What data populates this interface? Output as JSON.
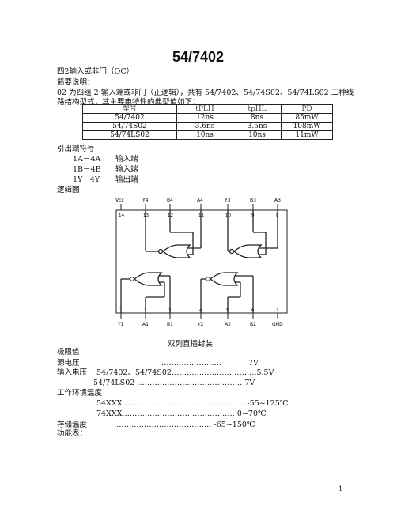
{
  "title": "54/7402",
  "subtitle": "四2输入或非门（OC）",
  "brief_label": "简要说明：",
  "intro_line1": "02 为四组 2 输入端或非门（正逻辑），共有 54/7402、54/74S02、54/74LS02 三种线",
  "intro_line2": "路结构型式，其主要电特性的典型值如下：",
  "spec_table": {
    "headers": [
      "型号",
      "tPLH",
      "tpHL",
      "PD"
    ],
    "rows": [
      [
        "54/7402",
        "12ns",
        "8ns",
        "85mW"
      ],
      [
        "54/74S02",
        "3.6ns",
        "3.5ns",
        "108mW"
      ],
      [
        "54/74LS02",
        "10ns",
        "10ns",
        "11mW"
      ]
    ]
  },
  "pins_title": "引出端符号",
  "pins": [
    {
      "sym": "1A－4A",
      "desc": "输入端"
    },
    {
      "sym": "1B－4B",
      "desc": "输入端"
    },
    {
      "sym": "1Y－4Y",
      "desc": "输出端"
    }
  ],
  "logic_label": "逻辑图",
  "diagram": {
    "top_pins": [
      {
        "name": "Vcc",
        "num": "14"
      },
      {
        "name": "Y4",
        "num": "13"
      },
      {
        "name": "B4",
        "num": "12"
      },
      {
        "name": "A4",
        "num": "11"
      },
      {
        "name": "Y3",
        "num": "10"
      },
      {
        "name": "B3",
        "num": "9"
      },
      {
        "name": "A3",
        "num": "8"
      }
    ],
    "bottom_pins": [
      {
        "name": "Y1",
        "num": "1"
      },
      {
        "name": "A1",
        "num": "2"
      },
      {
        "name": "B1",
        "num": "3"
      },
      {
        "name": "Y2",
        "num": "4"
      },
      {
        "name": "A2",
        "num": "5"
      },
      {
        "name": "B2",
        "num": "6"
      },
      {
        "name": "GND",
        "num": "7"
      }
    ],
    "caption": "双列直插封装"
  },
  "limits_title": "极限值",
  "limits": {
    "supply_label": "源电压",
    "supply_dots": "……………………",
    "supply_value": "7V",
    "input_label": "输入电压",
    "input_line1": "54/7402、54/74S02…………………………….5.5V",
    "input_line2": "54/74LS02 …………………………………… 7V",
    "temp_label": "工作环境温度",
    "temp_line1": "54XXX ………………………………………… -55~125℃",
    "temp_line2": "74XXX……………………………………… 0~70℃",
    "storage_label": "存储温度",
    "storage_value": "…………………………………      -65~150℃",
    "function_label": "功能表："
  },
  "page_number": "1"
}
